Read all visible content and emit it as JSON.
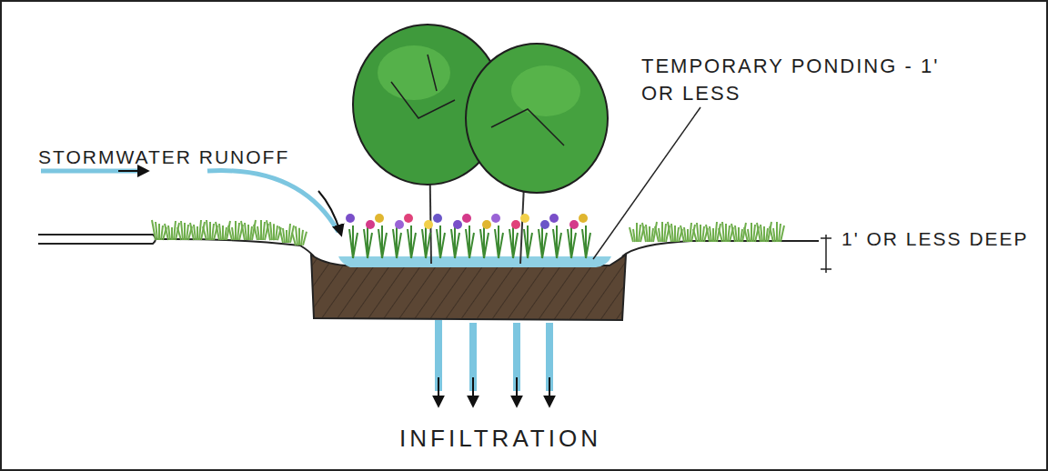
{
  "diagram": {
    "labels": [
      "STORMWATER RUNOFF",
      "TEMPORARY PONDING - 1' OR LESS",
      "1' OR LESS DEEP",
      "INFILTRATION"
    ]
  }
}
